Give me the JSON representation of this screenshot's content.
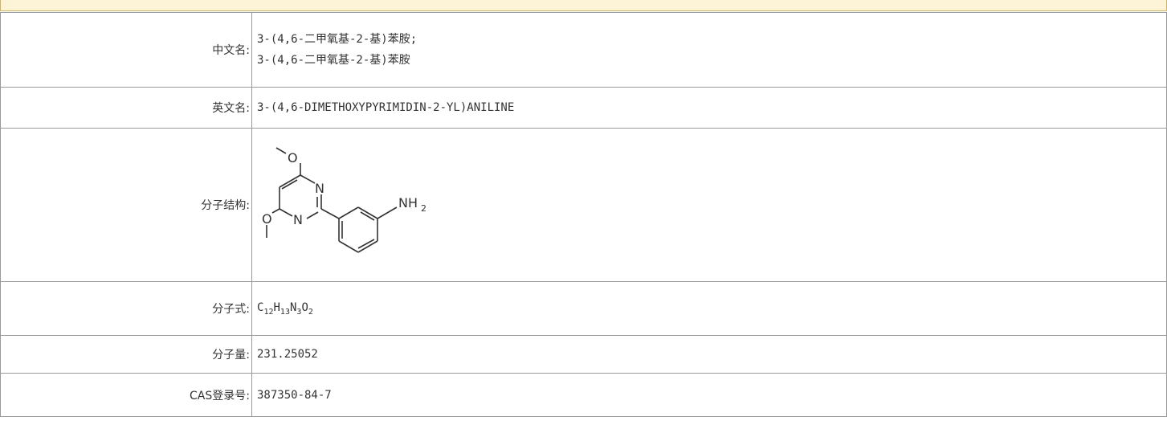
{
  "rows": {
    "chinese_name": {
      "label": "中文名:",
      "values": [
        "3-(4,6-二甲氧基-2-基)苯胺;",
        "3-(4,6-二甲氧基-2-基)苯胺"
      ]
    },
    "english_name": {
      "label": "英文名:",
      "value": "3-(4,6-DIMETHOXYPYRIMIDIN-2-YL)ANILINE"
    },
    "structure": {
      "label": "分子结构:",
      "atoms": {
        "o_top": "O",
        "n_top": "N",
        "n_bottom": "N",
        "o_bottom": "O",
        "nh": "NH",
        "nh_sub": "2"
      }
    },
    "formula": {
      "label": "分子式:",
      "parts": [
        {
          "el": "C",
          "n": "12"
        },
        {
          "el": "H",
          "n": "13"
        },
        {
          "el": "N",
          "n": "3"
        },
        {
          "el": "O",
          "n": "2"
        }
      ]
    },
    "molecular_weight": {
      "label": "分子量:",
      "value": "231.25052"
    },
    "cas": {
      "label": "CAS登录号:",
      "value": "387350-84-7"
    }
  },
  "colors": {
    "band_bg": "#fdf3d6",
    "band_border": "#d4b45a",
    "cell_border": "#999999",
    "text": "#333333"
  }
}
